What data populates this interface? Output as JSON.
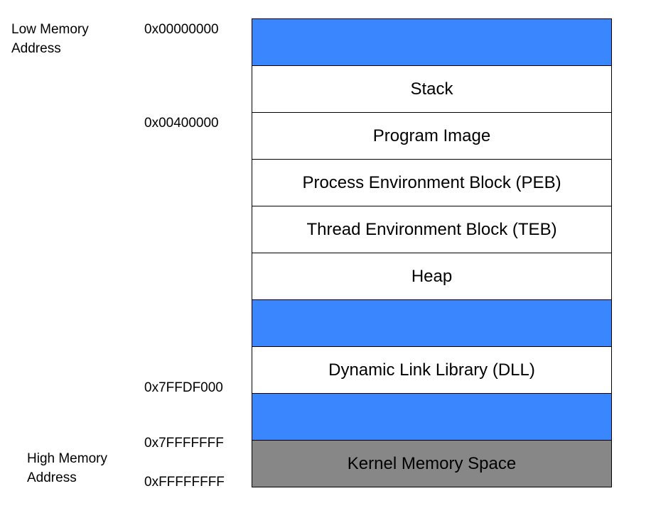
{
  "labels": {
    "low": "Low Memory\nAddress",
    "high": "High Memory\nAddress"
  },
  "addresses": {
    "start": "0x00000000",
    "image_base": "0x00400000",
    "teb_region": "0x7FFDF000",
    "user_end": "0x7FFFFFFF",
    "end": "0xFFFFFFFF"
  },
  "colors": {
    "free": "#3a86ff",
    "kernel": "#878787",
    "normal": "#ffffff"
  },
  "segments": [
    {
      "label": "",
      "kind": "free"
    },
    {
      "label": "Stack",
      "kind": "normal"
    },
    {
      "label": "Program Image",
      "kind": "normal"
    },
    {
      "label": "Process Environment Block (PEB)",
      "kind": "normal"
    },
    {
      "label": "Thread Environment Block (TEB)",
      "kind": "normal"
    },
    {
      "label": "Heap",
      "kind": "normal"
    },
    {
      "label": "",
      "kind": "free"
    },
    {
      "label": "Dynamic Link Library (DLL)",
      "kind": "normal"
    },
    {
      "label": "",
      "kind": "free"
    },
    {
      "label": "Kernel Memory Space",
      "kind": "kernel"
    }
  ]
}
